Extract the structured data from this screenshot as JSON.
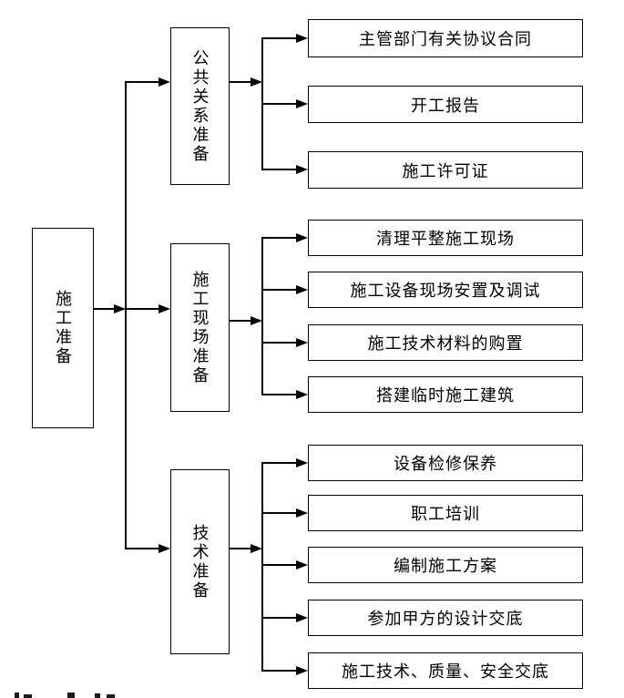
{
  "diagram": {
    "root": {
      "label": "施工准备"
    },
    "branches": [
      {
        "label": "公共关系准备",
        "children": [
          "主管部门有关协议合同",
          "开工报告",
          "施工许可证"
        ]
      },
      {
        "label": "施工现场准备",
        "children": [
          "清理平整施工现场",
          "施工设备现场安置及调试",
          "施工技术材料的购置",
          "搭建临时施工建筑"
        ]
      },
      {
        "label": "技术准备",
        "children": [
          "设备检修保养",
          "职工培训",
          "编制施工方案",
          "参加甲方的设计交底",
          "施工技术、质量、安全交底"
        ]
      }
    ],
    "colors": {
      "line": "#000000",
      "box_border": "#000000",
      "background": "#ffffff",
      "text": "#000000"
    }
  }
}
